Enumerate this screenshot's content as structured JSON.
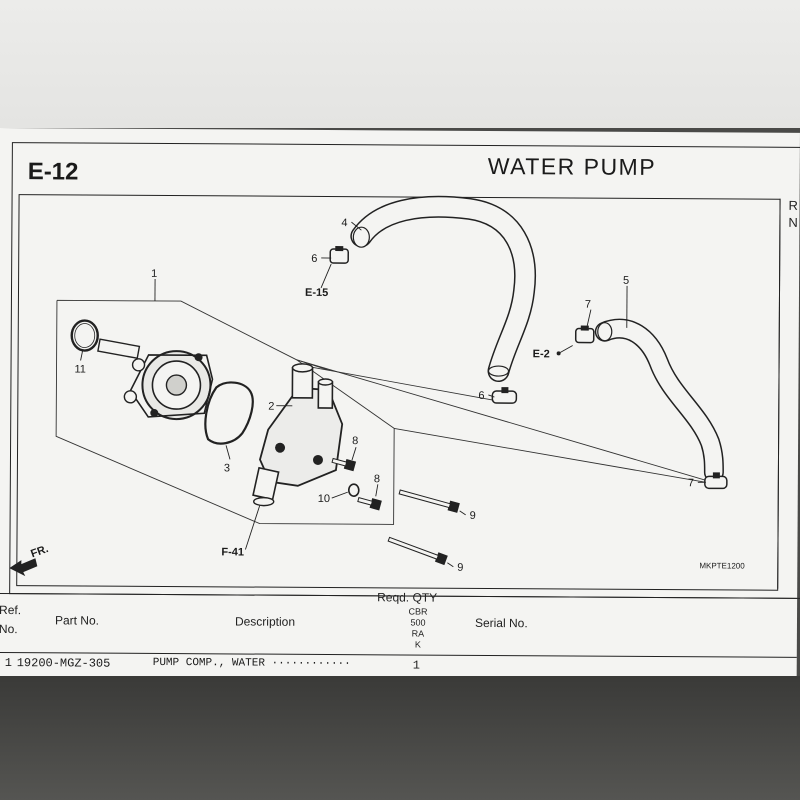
{
  "page": {
    "code": "E-12",
    "title": "WATER PUMP",
    "ref_column_label": "R N",
    "drawing_code": "MKPTE1200",
    "front_label": "FR."
  },
  "callouts": [
    {
      "id": "1",
      "text": "1"
    },
    {
      "id": "2",
      "text": "2"
    },
    {
      "id": "3",
      "text": "3"
    },
    {
      "id": "4",
      "text": "4"
    },
    {
      "id": "5",
      "text": "5"
    },
    {
      "id": "6a",
      "text": "6"
    },
    {
      "id": "6b",
      "text": "6"
    },
    {
      "id": "7a",
      "text": "7"
    },
    {
      "id": "7b",
      "text": "7"
    },
    {
      "id": "8a",
      "text": "8"
    },
    {
      "id": "8b",
      "text": "8"
    },
    {
      "id": "9a",
      "text": "9"
    },
    {
      "id": "9b",
      "text": "9"
    },
    {
      "id": "10",
      "text": "10"
    },
    {
      "id": "11",
      "text": "11"
    }
  ],
  "refs": {
    "e15": "E-15",
    "e2": "E-2",
    "f41": "F-41"
  },
  "table": {
    "headers": {
      "ref_no_line1": "Ref.",
      "ref_no_line2": "No.",
      "part_no": "Part No.",
      "description": "Description",
      "reqd_qty": "Reqd. QTY",
      "model_line1": "CBR",
      "model_line2": "500",
      "model_line3": "RA",
      "model_line4": "K",
      "serial_no": "Serial No."
    },
    "rows": [
      {
        "ref": "1",
        "part_no": "19200-MGZ-305",
        "description": "PUMP COMP., WATER ············",
        "qty": "1"
      }
    ]
  }
}
